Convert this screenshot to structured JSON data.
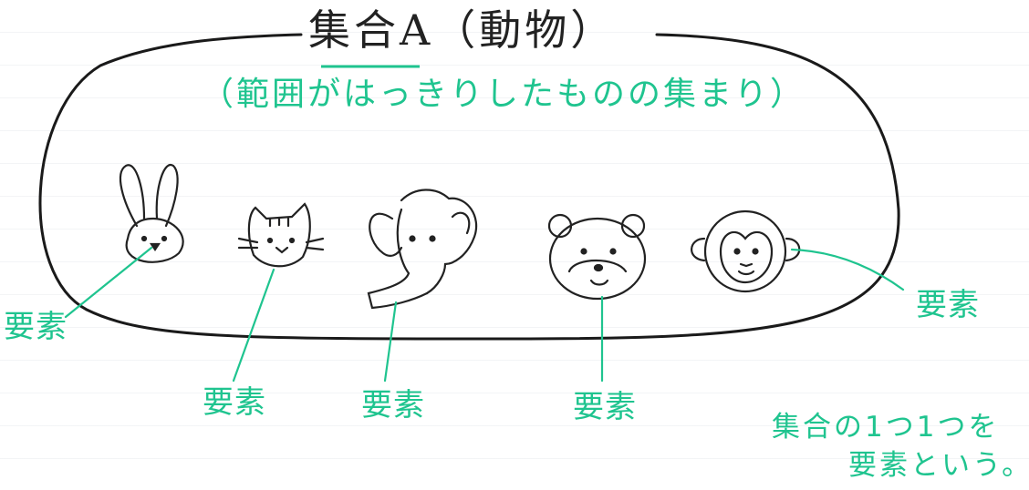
{
  "title": "集合A（動物）",
  "subtitle": "（範囲がはっきりしたものの集まり）",
  "elements": [
    {
      "animal": "rabbit-icon",
      "label": "要素"
    },
    {
      "animal": "cat-icon",
      "label": "要素"
    },
    {
      "animal": "elephant-icon",
      "label": "要素"
    },
    {
      "animal": "bear-icon",
      "label": "要素"
    },
    {
      "animal": "monkey-icon",
      "label": "要素"
    }
  ],
  "note": {
    "line1": "集合の1つ1つを",
    "line2": "要素という。"
  },
  "colors": {
    "ink": "#222222",
    "accent": "#1fc48f"
  }
}
